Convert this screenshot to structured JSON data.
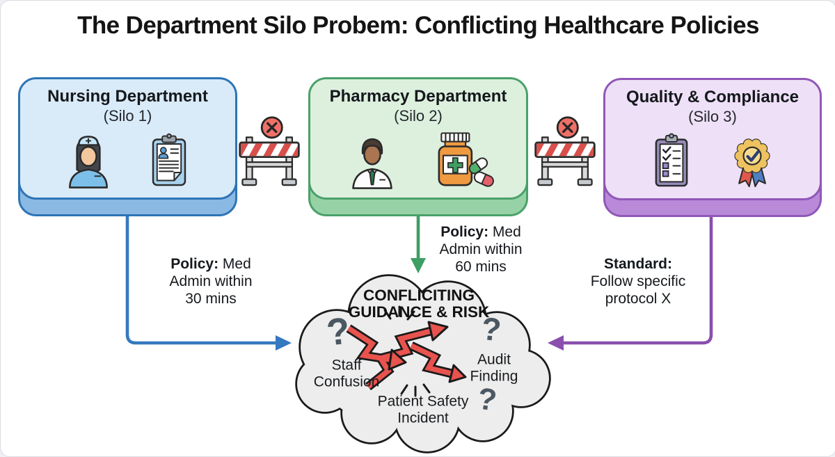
{
  "title": "The Department Silo Probem: Conflicting Healthcare Policies",
  "departments": [
    {
      "name": "Nursing Department",
      "silo": "(Silo 1)",
      "icons": [
        "nurse-icon",
        "patient-chart-icon"
      ],
      "note": {
        "lead": "Policy:",
        "line1_rest": " Med",
        "line2": "Admin within",
        "line3": "30 mins"
      }
    },
    {
      "name": "Pharmacy Department",
      "silo": "(Silo 2)",
      "icons": [
        "pharmacist-icon",
        "medicine-bottle-icon"
      ],
      "note": {
        "lead": "Policy:",
        "line1_rest": " Med",
        "line2": "Admin within",
        "line3": "60 mins"
      }
    },
    {
      "name": "Quality & Compliance",
      "silo": "(Silo 3)",
      "icons": [
        "checklist-icon",
        "award-ribbon-icon"
      ],
      "note": {
        "lead": "Standard:",
        "line1_rest": "",
        "line2": "Follow specific",
        "line3": "protocol X"
      }
    }
  ],
  "barriers": [
    {
      "icon": "roadblock-barrier-icon",
      "badge": "x-circle-icon"
    },
    {
      "icon": "roadblock-barrier-icon",
      "badge": "x-circle-icon"
    }
  ],
  "cloud": {
    "title_line1": "CONFLICITING",
    "title_line2": "GUIDANCE & RISK",
    "left_label_line1": "Staff",
    "left_label_line2": "Confusion",
    "right_label_line1": "Audit",
    "right_label_line2": "Finding",
    "bottom_label_line1": "Patient Safety",
    "bottom_label_line2": "Incident",
    "question_mark": "?"
  },
  "colors": {
    "nursing_fill": "#d9eaf8",
    "nursing_border": "#2d74b5",
    "nursing_band": "#8ab9e4",
    "nursing_arrow": "#3579bf",
    "pharmacy_fill": "#ddf0de",
    "pharmacy_border": "#4aa169",
    "pharmacy_band": "#97d2a6",
    "pharmacy_arrow": "#3f9e63",
    "quality_fill": "#eee0f7",
    "quality_border": "#9157b8",
    "quality_band": "#b98ad8",
    "quality_arrow": "#8a4fae",
    "cloud_fill": "#ededed",
    "risk_arrow_red": "#e8534e",
    "barrier_red": "#d94f4a",
    "x_circle_red": "#f07067",
    "question_mark": "#4b5761"
  }
}
